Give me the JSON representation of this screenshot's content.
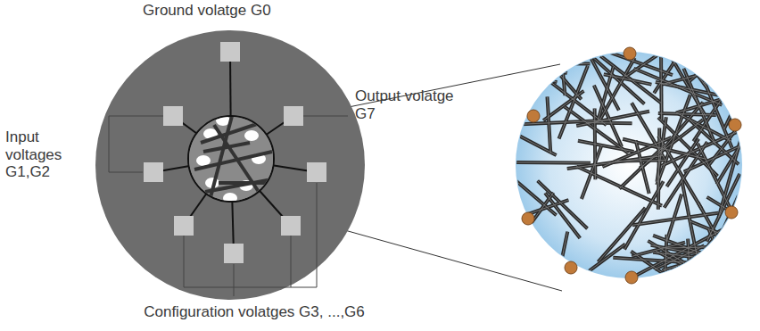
{
  "diagram": {
    "labels": [
      "Ground volatge G0",
      "Input voltages G1,G2",
      "Output volatge G7",
      "Configuration volatges G3, ...,G6"
    ]
  }
}
